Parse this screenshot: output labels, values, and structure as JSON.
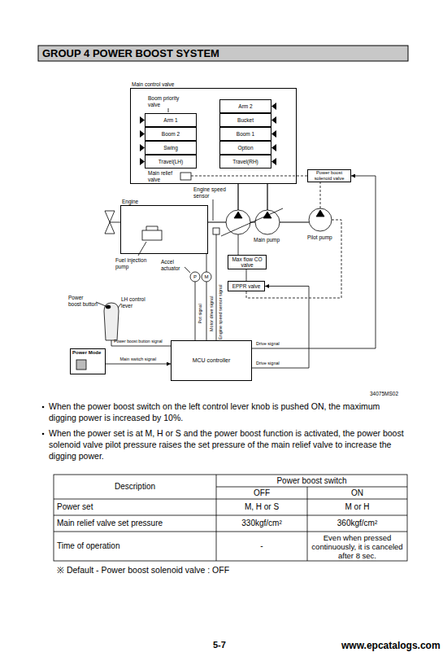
{
  "diagram": {
    "title": "GROUP 4 POWER BOOST SYSTEM",
    "nodes": [
      {
        "text": [
          "Main control valve"
        ]
      },
      {
        "text": [
          "Arm 1"
        ],
        "in": 0
      },
      {
        "text": [
          "Arm 2"
        ],
        "in": 0
      },
      {
        "text": [
          "Boom 2"
        ],
        "in": 0
      },
      {
        "text": [
          "Bucket"
        ],
        "in": 0
      },
      {
        "text": [
          "Swing"
        ],
        "in": 0
      },
      {
        "text": [
          "Boom 1"
        ],
        "in": 0
      },
      {
        "text": [
          "Travel(LH)"
        ],
        "in": 0
      },
      {
        "text": [
          "Option"
        ],
        "in": 0
      },
      {
        "text": [
          "Travel(RH)"
        ],
        "in": 0
      },
      {
        "text": [
          "Power boost solenoid valve"
        ]
      },
      {
        "text": [
          "Engine"
        ]
      },
      {
        "text": [
          "Max flow CO valve"
        ]
      },
      {
        "text": [
          "EPPR valve"
        ]
      },
      {
        "text": [
          "Power Mode"
        ]
      },
      {
        "text": [
          "MCU controller"
        ]
      }
    ],
    "edges": [
      {
        "from": 15,
        "to": 10,
        "arrow": "to",
        "label": "Drive signal"
      },
      {
        "from": 15,
        "to": 13,
        "arrow": "to",
        "label": "Drive signal"
      },
      {
        "from": 14,
        "to": 15,
        "arrow": "to",
        "label": "Main switch signal"
      },
      {
        "from": 10,
        "to": 0,
        "arrow": "none"
      },
      {
        "from": 13,
        "to": 12,
        "arrow": "none"
      }
    ],
    "labels": [
      "Boom priority valve",
      "Main relief valve",
      "Engine speed sensor",
      "Main pump",
      "Pilot pump",
      "Fuel injection pump",
      "Accel actuator",
      "P",
      "M",
      "Power boost button",
      "LH control lever",
      "Power boost button signal",
      "Pot signal",
      "Motor drive signal",
      "Engine speed sensor signal",
      "34075MS02",
      "When the power boost switch on the left control lever knob is pushed ON, the maximum digging power is increased by 10%.",
      "When the power set is at M, H or S and the power boost function is activated, the power boost solenoid valve pilot pressure raises the set pressure of the main relief valve to increase the digging power.",
      "Description",
      "Power boost switch",
      "OFF",
      "ON",
      "Power set",
      "M, H or S",
      "M or H",
      "Main relief valve set pressure",
      "330kgf/cm²",
      "360kgf/cm²",
      "Time of operation",
      "-",
      "Even when pressed continuously, it is canceled after 8 sec.",
      "※ Default - Power boost solenoid valve : OFF",
      "5-7",
      "www.epcatalogs.com"
    ]
  }
}
